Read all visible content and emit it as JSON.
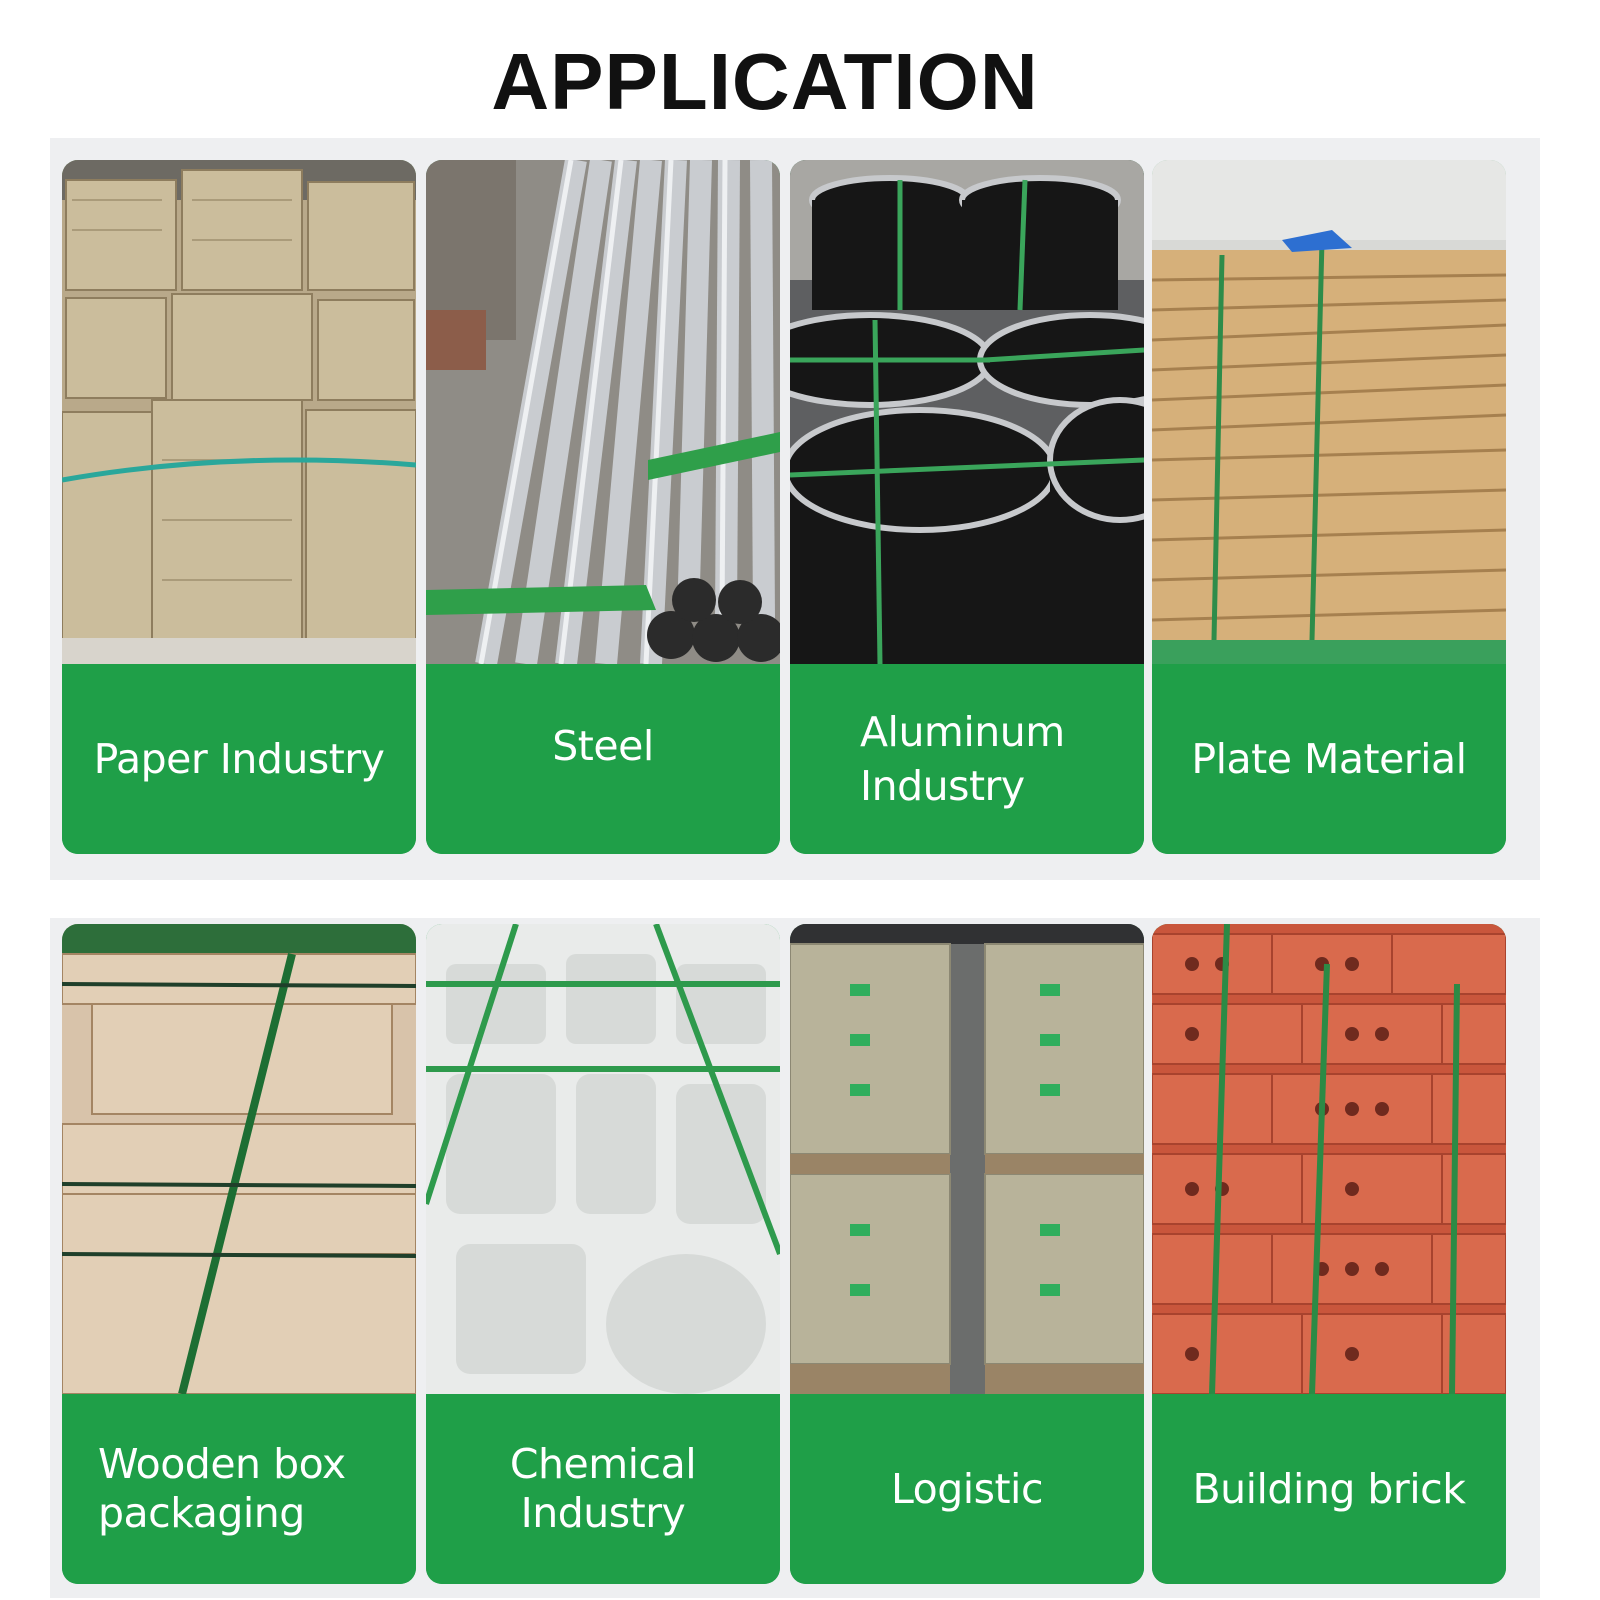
{
  "title": "APPLICATION",
  "accent_color": "#1f9f48",
  "panels": [
    {
      "cards": [
        {
          "label": "Paper Industry",
          "image": "paper-bales-strapped-photo"
        },
        {
          "label": "Steel",
          "image": "steel-rods-strapped-photo"
        },
        {
          "label": "Aluminum\nIndustry",
          "image": "aluminum-drums-strapped-photo"
        },
        {
          "label": "Plate Material",
          "image": "wood-plates-strapped-photo"
        }
      ]
    },
    {
      "cards": [
        {
          "label": "Wooden box\npackaging",
          "image": "wooden-boxes-strapped-photo"
        },
        {
          "label": "Chemical\nIndustry",
          "image": "chemical-containers-wrapped-photo"
        },
        {
          "label": "Logistic",
          "image": "logistic-pallets-photo"
        },
        {
          "label": "Building brick",
          "image": "bricks-strapped-photo"
        }
      ]
    }
  ]
}
